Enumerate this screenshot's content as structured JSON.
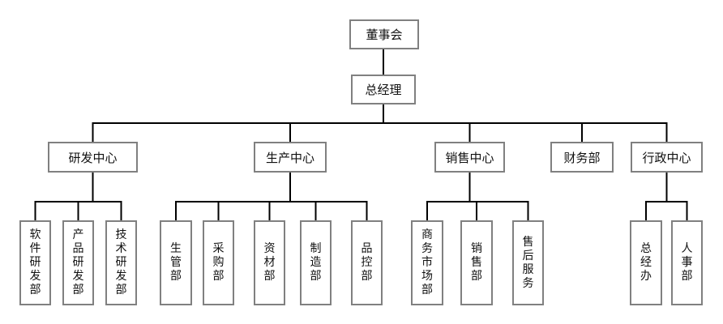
{
  "diagram": {
    "type": "org-chart",
    "background_color": "#ffffff",
    "box_border_color": "#808080",
    "connector_color": "#000000",
    "text_color": "#111111"
  },
  "org_chart": {
    "level1": {
      "label": "董事会"
    },
    "level2": {
      "label": "总经理"
    },
    "divisions": [
      {
        "label": "研发中心",
        "departments": [
          {
            "label": "软件研发部"
          },
          {
            "label": "产品研发部"
          },
          {
            "label": "技术研发部"
          }
        ]
      },
      {
        "label": "生产中心",
        "departments": [
          {
            "label": "生管部"
          },
          {
            "label": "采购部"
          },
          {
            "label": "资材部"
          },
          {
            "label": "制造部"
          },
          {
            "label": "品控部"
          }
        ]
      },
      {
        "label": "销售中心",
        "departments": [
          {
            "label": "商务市场部"
          },
          {
            "label": "销售部"
          },
          {
            "label": "售后服务"
          }
        ]
      },
      {
        "label": "财务部",
        "departments": []
      },
      {
        "label": "行政中心",
        "departments": [
          {
            "label": "总经办"
          },
          {
            "label": "人事部"
          }
        ]
      }
    ]
  }
}
